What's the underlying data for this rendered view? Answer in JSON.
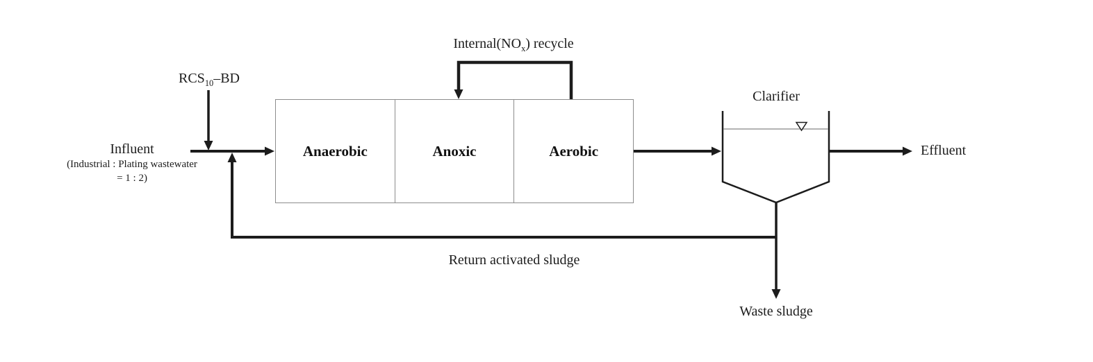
{
  "diagram": {
    "rcs_label": {
      "base": "RCS",
      "sub": "10",
      "tail": "–BD"
    },
    "influent": {
      "title": "Influent",
      "detail_line1": "(Industrial : Plating wastewater",
      "detail_line2": "= 1 : 2)"
    },
    "internal_recycle": {
      "pre": "Internal(NO",
      "sub": "x",
      "post": ") recycle"
    },
    "tanks": [
      {
        "label": "Anaerobic"
      },
      {
        "label": "Anoxic"
      },
      {
        "label": "Aerobic"
      }
    ],
    "clarifier_label": "Clarifier",
    "effluent_label": "Effluent",
    "return_sludge_label": "Return activated sludge",
    "waste_sludge_label": "Waste sludge",
    "colors": {
      "flow_line": "#1c1c1c",
      "tank_border": "#8c8c8c",
      "water_line": "#9a9a9a",
      "text": "#1c1c1c",
      "background": "#ffffff"
    }
  }
}
